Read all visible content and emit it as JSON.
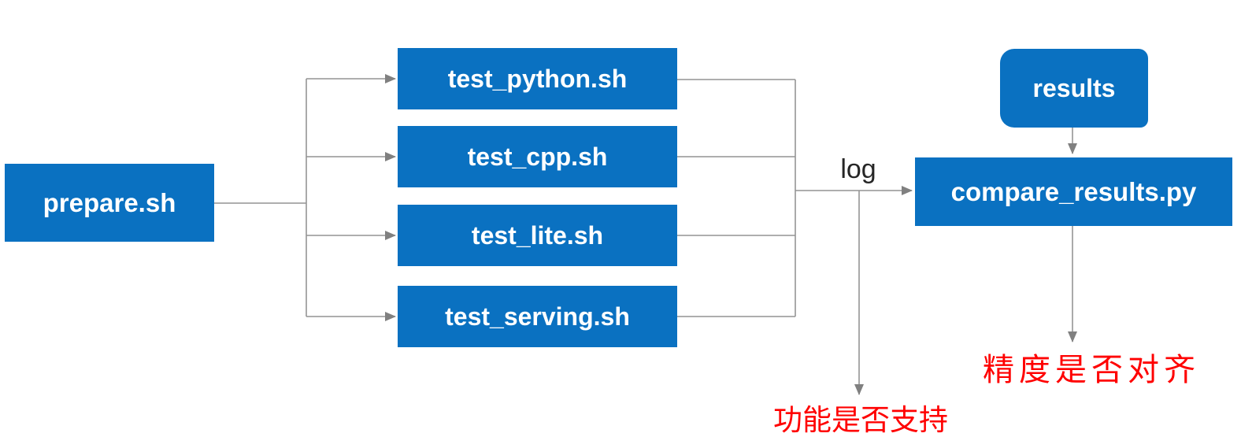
{
  "diagram": {
    "nodes": {
      "prepare": {
        "label": "prepare.sh",
        "shape": "rectangle"
      },
      "tests": [
        {
          "label": "test_python.sh",
          "shape": "rectangle"
        },
        {
          "label": "test_cpp.sh",
          "shape": "rectangle"
        },
        {
          "label": "test_lite.sh",
          "shape": "rectangle"
        },
        {
          "label": "test_serving.sh",
          "shape": "rectangle"
        }
      ],
      "results": {
        "label": "results",
        "shape": "rounded-rectangle"
      },
      "compare": {
        "label": "compare_results.py",
        "shape": "rectangle"
      }
    },
    "edge_labels": {
      "log": "log"
    },
    "annotations": {
      "function_support": "功能是否支持",
      "precision_aligned": "精度是否对齐"
    },
    "colors": {
      "node_fill": "#0a71c1",
      "node_text": "#ffffff",
      "connector": "#949494",
      "arrowhead": "#808080",
      "edge_label_text": "#262626",
      "annotation_text": "#ff0000",
      "background": "#ffffff"
    }
  }
}
